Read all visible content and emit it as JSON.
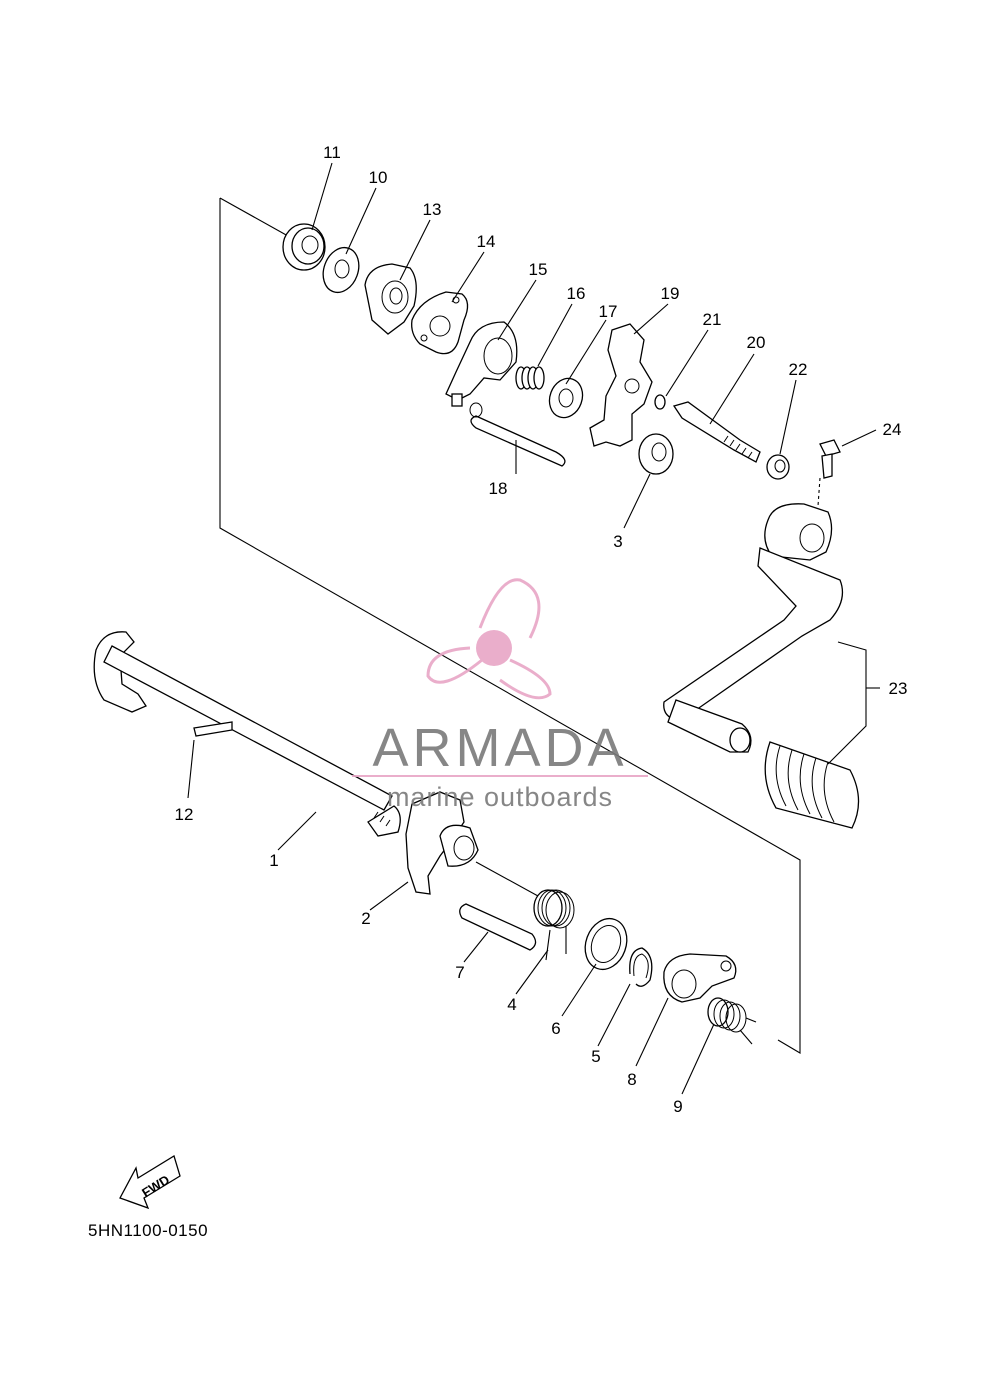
{
  "diagram": {
    "code": "5HN1100-0150",
    "fwd_label": "FWD",
    "watermark": {
      "title": "ARMADA",
      "subtitle": "marine outboards",
      "accent_color": "#e8a6c6",
      "text_color": "#7a7a7a"
    },
    "callouts": [
      {
        "id": "1",
        "label": "1"
      },
      {
        "id": "2",
        "label": "2"
      },
      {
        "id": "3",
        "label": "3"
      },
      {
        "id": "4",
        "label": "4"
      },
      {
        "id": "5",
        "label": "5"
      },
      {
        "id": "6",
        "label": "6"
      },
      {
        "id": "7",
        "label": "7"
      },
      {
        "id": "8",
        "label": "8"
      },
      {
        "id": "9",
        "label": "9"
      },
      {
        "id": "10",
        "label": "10"
      },
      {
        "id": "11",
        "label": "11"
      },
      {
        "id": "12",
        "label": "12"
      },
      {
        "id": "13",
        "label": "13"
      },
      {
        "id": "14",
        "label": "14"
      },
      {
        "id": "15",
        "label": "15"
      },
      {
        "id": "16",
        "label": "16"
      },
      {
        "id": "17",
        "label": "17"
      },
      {
        "id": "18",
        "label": "18"
      },
      {
        "id": "19",
        "label": "19"
      },
      {
        "id": "20",
        "label": "20"
      },
      {
        "id": "21",
        "label": "21"
      },
      {
        "id": "22",
        "label": "22"
      },
      {
        "id": "23",
        "label": "23"
      },
      {
        "id": "24",
        "label": "24"
      }
    ]
  }
}
